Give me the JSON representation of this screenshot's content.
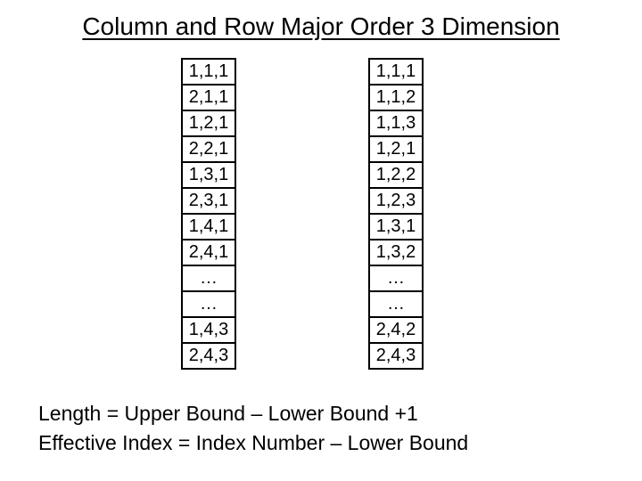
{
  "slide": {
    "title": "Column and Row Major Order 3 Dimension",
    "colors": {
      "background": "#ffffff",
      "text": "#000000",
      "cell_border": "#000000"
    },
    "columns": [
      {
        "id": "column-major-order",
        "cells": [
          "1,1,1",
          "2,1,1",
          "1,2,1",
          "2,2,1",
          "1,3,1",
          "2,3,1",
          "1,4,1",
          "2,4,1",
          "…",
          "…",
          "1,4,3",
          "2,4,3"
        ]
      },
      {
        "id": "row-major-order",
        "cells": [
          "1,1,1",
          "1,1,2",
          "1,1,3",
          "1,2,1",
          "1,2,2",
          "1,2,3",
          "1,3,1",
          "1,3,2",
          "…",
          "…",
          "2,4,2",
          "2,4,3"
        ]
      }
    ],
    "footer": {
      "line1": "Length = Upper Bound – Lower Bound +1",
      "line2": "Effective Index = Index Number – Lower Bound"
    }
  }
}
